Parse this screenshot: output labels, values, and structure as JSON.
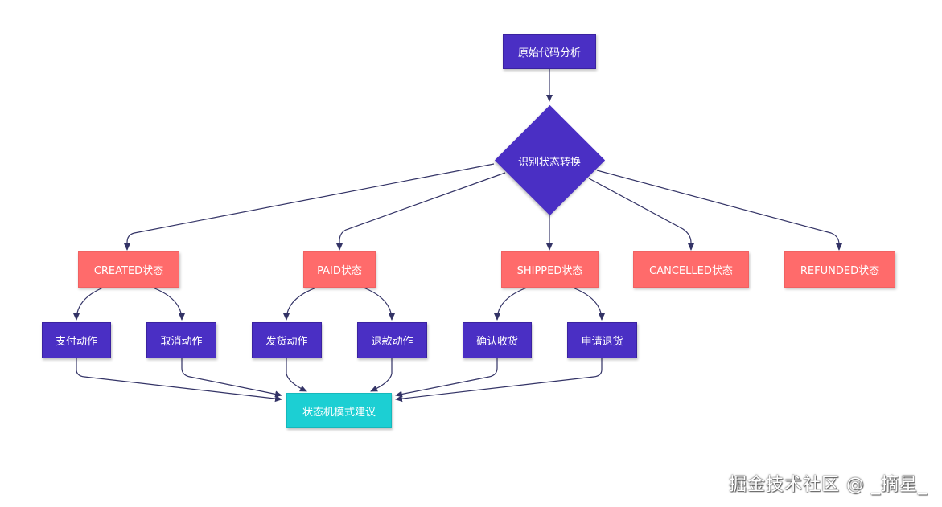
{
  "nodes": {
    "start": "原始代码分析",
    "decision": "识别状态转换",
    "created": "CREATED状态",
    "paid": "PAID状态",
    "shipped": "SHIPPED状态",
    "cancelled": "CANCELLED状态",
    "refunded": "REFUNDED状态",
    "pay_action": "支付动作",
    "cancel_action": "取消动作",
    "ship_action": "发货动作",
    "refund_action": "退款动作",
    "confirm_receipt": "确认收货",
    "request_return": "申请退货",
    "suggestion": "状态机模式建议"
  },
  "colors": {
    "process": "#4a2fc4",
    "state": "#ff6b6b",
    "result": "#1ccfd3",
    "edge": "#333366"
  },
  "watermark": "掘金技术社区 @ _摘星_"
}
